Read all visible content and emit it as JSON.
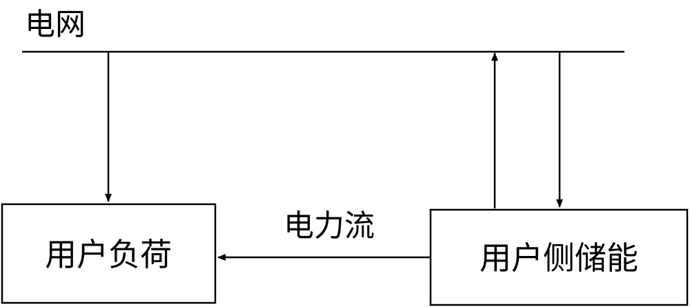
{
  "grid": {
    "label": "电网"
  },
  "nodes": {
    "user_load": {
      "label": "用户负荷"
    },
    "user_storage": {
      "label": "用户侧储能"
    }
  },
  "edges": {
    "storage_to_load": {
      "label": "电力流"
    }
  },
  "colors": {
    "stroke": "#000000",
    "background": "#ffffff"
  }
}
